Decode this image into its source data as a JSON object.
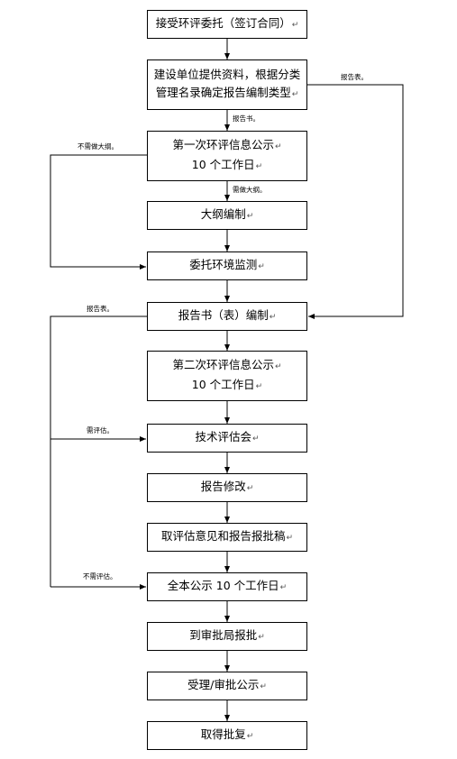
{
  "steps": {
    "s1": {
      "lines": [
        "接受环评委托（签订合同）"
      ]
    },
    "s2": {
      "lines": [
        "建设单位提供资料，根据分类",
        "管理名录确定报告编制类型"
      ]
    },
    "s3": {
      "lines": [
        "第一次环评信息公示",
        "10 个工作日"
      ]
    },
    "s4": {
      "lines": [
        "大纲编制"
      ]
    },
    "s5": {
      "lines": [
        "委托环境监测"
      ]
    },
    "s6": {
      "lines": [
        "报告书（表）编制"
      ]
    },
    "s7": {
      "lines": [
        "第二次环评信息公示",
        "10 个工作日"
      ]
    },
    "s8": {
      "lines": [
        "技术评估会"
      ]
    },
    "s9": {
      "lines": [
        "报告修改"
      ]
    },
    "s10": {
      "lines": [
        "取评估意见和报告报批稿"
      ]
    },
    "s11": {
      "lines": [
        "全本公示 10 个工作日"
      ]
    },
    "s12": {
      "lines": [
        "到审批局报批"
      ]
    },
    "s13": {
      "lines": [
        "受理/审批公示"
      ]
    },
    "s14": {
      "lines": [
        "取得批复"
      ]
    }
  },
  "edge_labels": {
    "report_table_right": "报告表。",
    "report_book": "报告书。",
    "no_outline": "不需做大纲。",
    "need_outline": "需做大纲。",
    "report_table_left": "报告表。",
    "need_review": "需评估。",
    "no_review": "不需评估。"
  },
  "return_mark": "↵"
}
